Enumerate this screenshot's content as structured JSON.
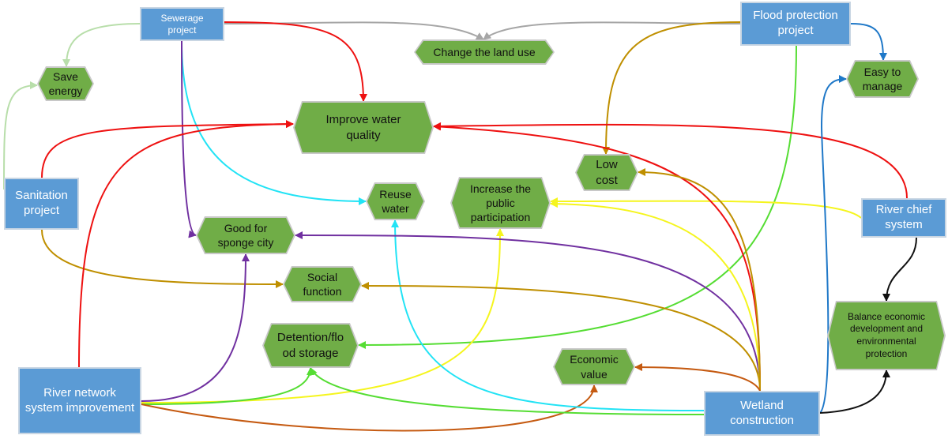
{
  "colors": {
    "project_fill": "#5b9bd5",
    "outcome_fill": "#70ad47",
    "edge_red": "#ee1111",
    "edge_cyan": "#22e3f5",
    "edge_purple": "#7030a0",
    "edge_gold": "#bf8f00",
    "edge_yellow": "#f5f51e",
    "edge_green": "#55dd33",
    "edge_lightgreen": "#b8deaa",
    "edge_gray": "#a6a6a6",
    "edge_blue": "#1f78c8",
    "edge_orange": "#c55a11",
    "edge_black": "#111111"
  },
  "projects": {
    "sewerage": "Sewerage project",
    "flood": "Flood protection project",
    "sanitation": "Sanitation project",
    "river_chief": "River chief system",
    "river_network": "River network system improvement",
    "wetland": "Wetland construction"
  },
  "outcomes": {
    "save_energy": "Save energy",
    "change_land_use": "Change the land use",
    "easy_manage": "Easy to manage",
    "improve_water": "Improve water quality",
    "low_cost": "Low cost",
    "reuse_water": "Reuse water",
    "public_participation": "Increase the public participation",
    "sponge_city": "Good for sponge city",
    "social_function": "Social function",
    "balance": "Balance economic development and environmental protection",
    "detention": "Detention/flo od storage",
    "economic_value": "Economic value"
  }
}
